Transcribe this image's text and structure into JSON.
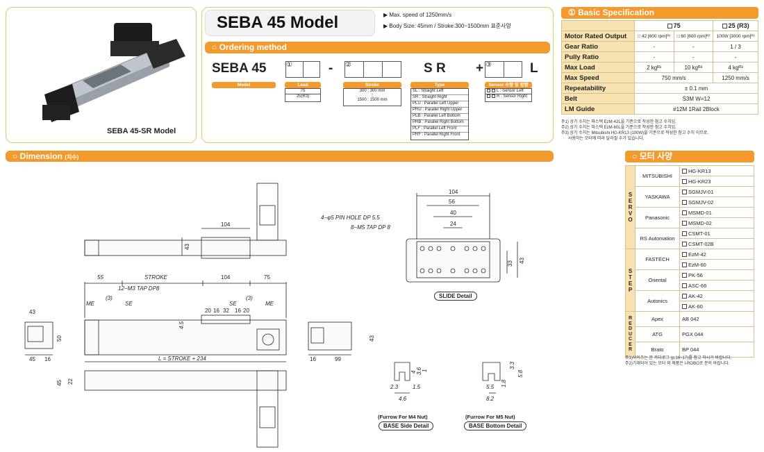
{
  "product": {
    "title": "SEBA 45 Model",
    "image_caption": "SEBA 45-SR Model",
    "bullets": [
      "Max. speed of 1250mm/s",
      "Body Size: 45mm / Stroke:300~1500mm 표준사양"
    ]
  },
  "ordering": {
    "heading": "Ordering method",
    "model_code": "SEBA 45",
    "circle1": "①",
    "dash": "-",
    "circle2": "②",
    "sr": "S R",
    "plus": "+",
    "circle3": "③",
    "l": "L",
    "tags": {
      "model": "Model",
      "lead": "Lead",
      "stroke": "Stroke",
      "type": "Type",
      "sensor": "Sensor 수량 및 방향"
    },
    "lead_values": [
      "75",
      "25(R3)"
    ],
    "stroke_values": [
      "300 : 300 mm",
      "1500 : 1500 mm"
    ],
    "stroke_dots": "⋮",
    "type_values": [
      "SL : Straight Left",
      "SR : Straight Right",
      "PLU : Parallel Left Upper",
      "PRU : Parallel Right Upper",
      "PLB : Parallel Left Bottom",
      "PRB : Parallel Right Bottom",
      "PLF : Parallel Left Front",
      "PRF : Parallel Right Front"
    ],
    "sensor_values": [
      "L : Sensor Left",
      "R : Sensor Right"
    ]
  },
  "spec": {
    "heading": "① Basic Specification",
    "col1": "75",
    "col2": "25 (R3)",
    "rows": [
      {
        "label": "Motor Rated Output",
        "cells": [
          "□ 42 [600 rpm]ᴿ¹",
          "□ 60 [600 rpm]ᴿ²",
          "100W [3000 rpm]ᴿ³"
        ]
      },
      {
        "label": "Gear Ratio",
        "cells": [
          "-",
          "-",
          "1 / 3"
        ]
      },
      {
        "label": "Pully Ratio",
        "cells": [
          "-",
          "-",
          "-"
        ]
      },
      {
        "label": "Max Load",
        "cells": [
          "2 kgᴿ¹",
          "10 kgᴿ²",
          "4 kgᴿ³"
        ]
      },
      {
        "label": "Max Speed",
        "span_text": "750 mm/s",
        "last": "1250 mm/s"
      },
      {
        "label": "Repeatability",
        "full": "± 0.1 mm"
      },
      {
        "label": "Belt",
        "full": "S3M W=12"
      },
      {
        "label": "LM Guide",
        "full": "#12M 1Rail 2Block"
      }
    ],
    "notes": [
      "주1) 상기 수치는 파스텍 EzM-42L을 기준으로 작성한 참고 수치임.",
      "주2) 상기 수치는 파스텍 EzM-60L을 기준으로 작성한 참고 수치임.",
      "주3) 상기 수치는 Mitsubishi HG-KR13 (100W)을 기준으로 작성한 참고 수치 이므로,",
      "사용하는 모터에 따라 달라질 수가 있습니다."
    ]
  },
  "motor": {
    "heading": "○ 모터 사양",
    "groups": [
      {
        "name": "SERVO",
        "brands": [
          {
            "brand": "MITSUBISHI",
            "models": [
              "HG-KR13",
              "HG-KR23"
            ]
          },
          {
            "brand": "YASKAWA",
            "models": [
              "SGMJV-01",
              "SGMJV-02"
            ]
          },
          {
            "brand": "Panasonic",
            "models": [
              "MSMD-01",
              "MSMD-02"
            ]
          },
          {
            "brand": "RS Automation",
            "models": [
              "CSMT-01",
              "CSMT-02B"
            ]
          }
        ]
      },
      {
        "name": "STEP",
        "brands": [
          {
            "brand": "FASTECH",
            "models": [
              "EzM-42",
              "EzM-60"
            ]
          },
          {
            "brand": "Oriental",
            "models": [
              "PK-56",
              "ASC-66"
            ]
          },
          {
            "brand": "Autonics",
            "models": [
              "AK-42",
              "AK-60"
            ]
          }
        ]
      },
      {
        "name": "REDUCER",
        "brands": [
          {
            "brand": "Apex",
            "models": [
              "AB 042"
            ]
          },
          {
            "brand": "ATG",
            "models": [
              "PGX 044"
            ]
          },
          {
            "brand": "Brato",
            "models": [
              "BP 044"
            ]
          }
        ]
      }
    ],
    "notes": [
      "주1)사이즈는 본 카다로그 (p.16~17)를 참고 하시기 바랍니다.",
      "주2)기재되어 있는 모터 외 제품은 I-ROBO로 문의 바랍니다."
    ]
  },
  "dimension": {
    "heading": "○ Dimension",
    "heading_sub": "(치수)",
    "labels": {
      "d104_top": "104",
      "d43_top": "43",
      "d55": "55",
      "stroke": "STROKE",
      "d104_mid": "104",
      "d75": "75",
      "tap_m3": "12−M3 TAP DP8",
      "me_left": "ME",
      "three_left": "(3)",
      "se_left": "SE",
      "se_right": "SE",
      "three_right": "(3)",
      "me_right": "ME",
      "d20": "20",
      "d16a": "16",
      "d32": "32",
      "d16b": "16",
      "d20b": "20",
      "d4_5": "4.5",
      "l_total": "L = STROKE + 234",
      "d43_side": "43",
      "d50": "50",
      "d45_side": "45",
      "d16_side": "16",
      "d16_right": "16",
      "d99": "99",
      "d43_right": "43",
      "d45_bot": "45",
      "d22": "22",
      "slide_104": "104",
      "slide_56": "56",
      "slide_40": "40",
      "slide_24": "24",
      "pin_hole": "4−φ5 PIN HOLE DP 5.5",
      "tap_m5": "8−M5 TAP DP 8",
      "slide_33": "33",
      "slide_43": "43",
      "slide_detail": "SLIDE Detail",
      "m4_2_3": "2.3",
      "m4_1_5": "1.5",
      "m4_4_6": "4.6",
      "m4_4": "4",
      "m4_3_6": "3.6",
      "m4_1": "1",
      "m5_3_3": "3.3",
      "m5_5_8": "5.8",
      "m5_5_5": "5.5",
      "m5_8_2": "8.2",
      "m5_1_8": "1.8",
      "furrow_m4": "(Furrow For M4 Nut)",
      "base_side": "BASE Side Detail",
      "furrow_m5": "(Furrow For M5 Nut)",
      "base_bottom": "BASE Bottom Detail"
    }
  },
  "colors": {
    "accent": "#f29a2e",
    "header_fill": "#f7e2b0",
    "border": "#e6c66a"
  }
}
